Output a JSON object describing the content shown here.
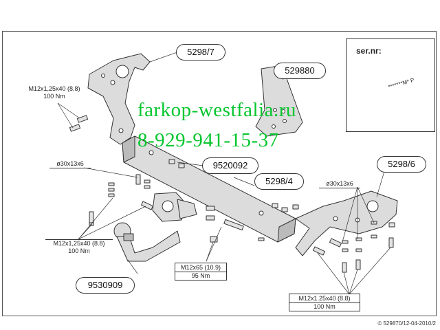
{
  "parts": {
    "bracket_left": "5298/7",
    "spacer_plate": "529880",
    "crossbar": "5298/4",
    "ball_socket_plate": "9520092",
    "bracket_right": "5298/6",
    "towball": "9530909"
  },
  "specs": {
    "bolt_top_left": {
      "size": "M12x1,25x40 (8.8)",
      "torque": "100 Nm"
    },
    "bolt_mid_left": {
      "size": "M12x1,25x40 (8.8)",
      "torque": "100 Nm"
    },
    "washer_left": "ø30x13x6",
    "washer_right": "ø30x13x6",
    "bolt_center": {
      "size": "M12x65 (10.9)",
      "torque": "95 Nm"
    },
    "bolt_right": {
      "size": "M12x1.25x40 (8.8)",
      "torque": "100 Nm"
    }
  },
  "serial_box": {
    "label": "ser.nr:",
    "plate_text": "*******M* P"
  },
  "watermark": {
    "line1": "farkop-westfalia.ru",
    "line2": "8-929-941-15-37"
  },
  "footer": "© 529870/12-04-2010/2",
  "colors": {
    "watermark": "#06c62e",
    "line": "#333333",
    "fill": "#d9d9d9"
  }
}
